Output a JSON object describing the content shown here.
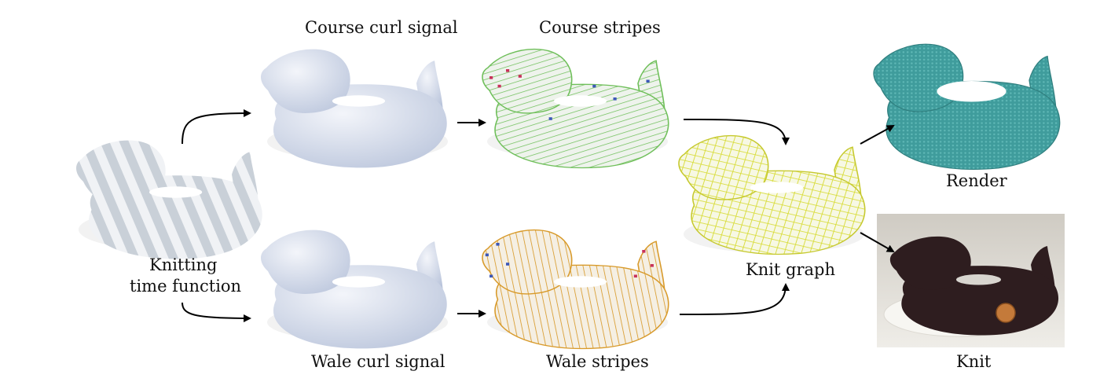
{
  "labels": {
    "course_curl": "Course curl signal",
    "course_stripes": "Course stripes",
    "knitting_time_1": "Knitting",
    "knitting_time_2": "time function",
    "wale_curl": "Wale curl signal",
    "wale_stripes": "Wale stripes",
    "knit_graph": "Knit graph",
    "render": "Render",
    "knit": "Knit"
  },
  "colors": {
    "time_function_blue": "#4f7fa8",
    "time_function_white": "#e4e8ec",
    "curl_base": "#c7d3ec",
    "curl_red": "#c8325a",
    "curl_blue": "#3d58b8",
    "course_stripe_green": "#6fbf5a",
    "wale_stripe_orange": "#d89a2a",
    "knit_graph_yellow": "#d8dc3a",
    "render_teal": "#3f9c9c",
    "knit_photo_yarn": "#2e1d1f",
    "arrow": "#000000"
  },
  "icons": [
    "duck-torus-mesh",
    "coin"
  ]
}
